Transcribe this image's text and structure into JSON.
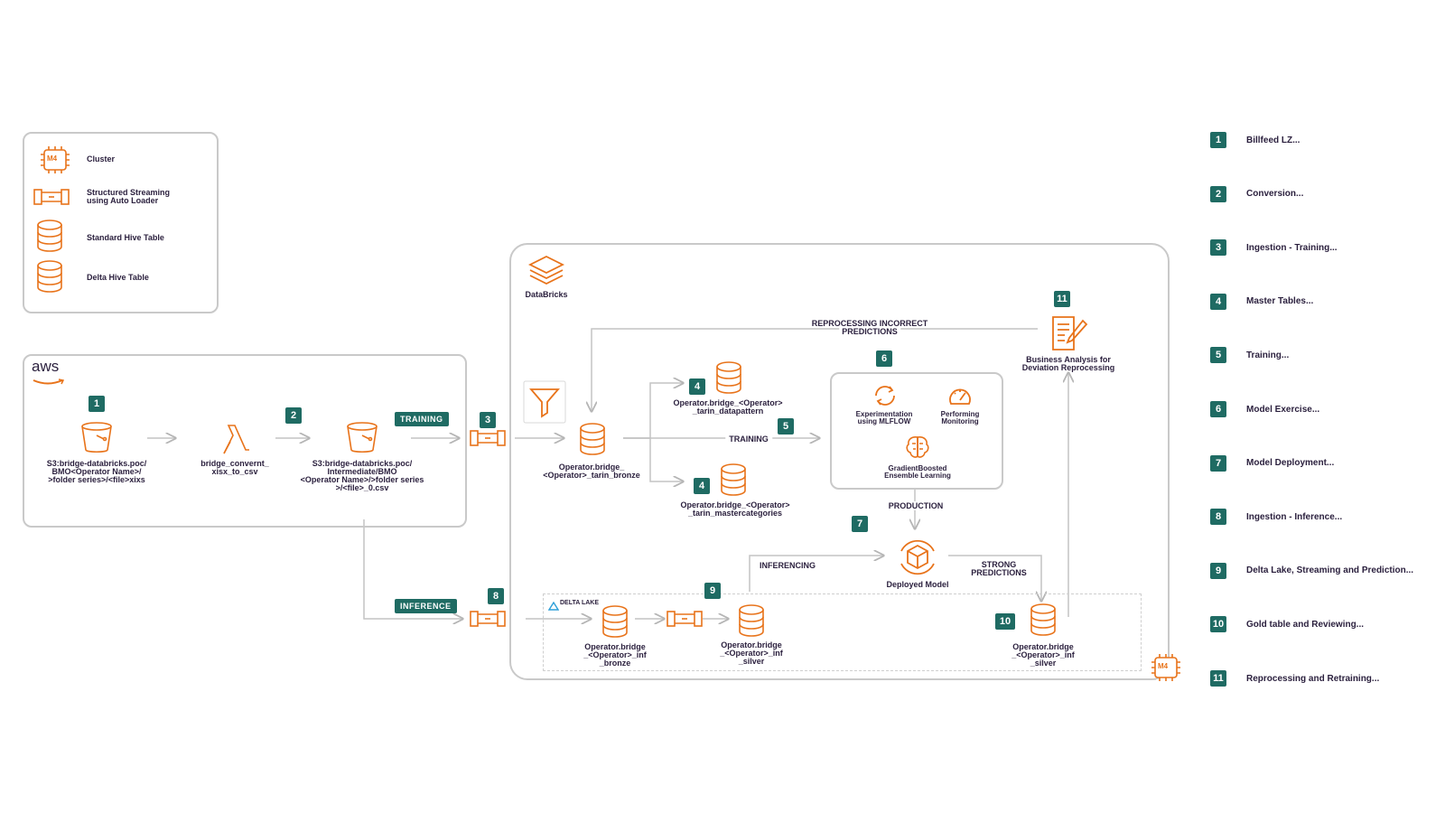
{
  "legend": {
    "cluster": "Cluster",
    "cluster_chip": "M4",
    "streaming": [
      "Structured Streaming",
      "using Auto Loader"
    ],
    "standard_hive": "Standard Hive Table",
    "delta_hive": "Delta Hive Table"
  },
  "aws": {
    "logo": "aws",
    "badge1": "1",
    "badge2": "2",
    "badge3": "3",
    "badge8": "8",
    "s3_source": [
      "S3:bridge-databricks.poc/",
      "BMO<Operator Name>/",
      ">folder series>/<file>xixs"
    ],
    "lambda_label": [
      "bridge_convernt_",
      "xisx_to_csv"
    ],
    "s3_intermediate": [
      "S3:bridge-databricks.poc/",
      "Intermediate/BMO",
      "<Operator Name>/>folder series",
      ">/<file>_0.csv"
    ],
    "training_pill": "TRAINING",
    "inference_pill": "INFERENCE"
  },
  "databricks": {
    "title": "DataBricks",
    "reprocessing": [
      "REPROCESSING INCORRECT",
      "PREDICTIONS"
    ],
    "bronze": [
      "Operator.bridge_",
      "<Operator>_tarin_bronze"
    ],
    "datapattern": [
      "Operator.bridge_<Operator>",
      "_tarin_datapattern"
    ],
    "mastercategories": [
      "Operator.bridge_<Operator>",
      "_tarin_mastercategories"
    ],
    "training_label": "TRAINING",
    "badge4a": "4",
    "badge4b": "4",
    "badge5": "5",
    "badge6": "6",
    "badge7": "7",
    "badge9": "9",
    "badge10": "10",
    "badge11": "11",
    "experimentation": [
      "Experimentation",
      "using MLFLOW"
    ],
    "performing": [
      "Performing",
      "Monitoring"
    ],
    "gradient": [
      "GradientBoosted",
      "Ensemble Learning"
    ],
    "production": "PRODUCTION",
    "deployed": "Deployed Model",
    "inferencing": "INFERENCING",
    "strong": [
      "STRONG",
      "PREDICTIONS"
    ],
    "business": [
      "Business Analysis for",
      "Deviation Reprocessing"
    ],
    "delta_lake": "DELTA LAKE",
    "inf_bronze": [
      "Operator.bridge",
      "_<Operator>_inf",
      "_bronze"
    ],
    "inf_silver": [
      "Operator.bridge",
      "_<Operator>_inf",
      "_silver"
    ],
    "inf_silver2": [
      "Operator.bridge",
      "_<Operator>_inf",
      "_silver"
    ],
    "cluster_chip": "M4"
  },
  "steps": [
    {
      "num": "1",
      "text": "Billfeed LZ..."
    },
    {
      "num": "2",
      "text": "Conversion..."
    },
    {
      "num": "3",
      "text": "Ingestion - Training..."
    },
    {
      "num": "4",
      "text": "Master Tables..."
    },
    {
      "num": "5",
      "text": "Training..."
    },
    {
      "num": "6",
      "text": "Model Exercise..."
    },
    {
      "num": "7",
      "text": "Model Deployment..."
    },
    {
      "num": "8",
      "text": "Ingestion - Inference..."
    },
    {
      "num": "9",
      "text": "Delta Lake, Streaming and Prediction..."
    },
    {
      "num": "10",
      "text": "Gold table and Reviewing..."
    },
    {
      "num": "11",
      "text": "Reprocessing and Retraining..."
    }
  ],
  "colors": {
    "accent": "#e8731a",
    "badge": "#1f6b63",
    "line": "#c9c9c9"
  }
}
